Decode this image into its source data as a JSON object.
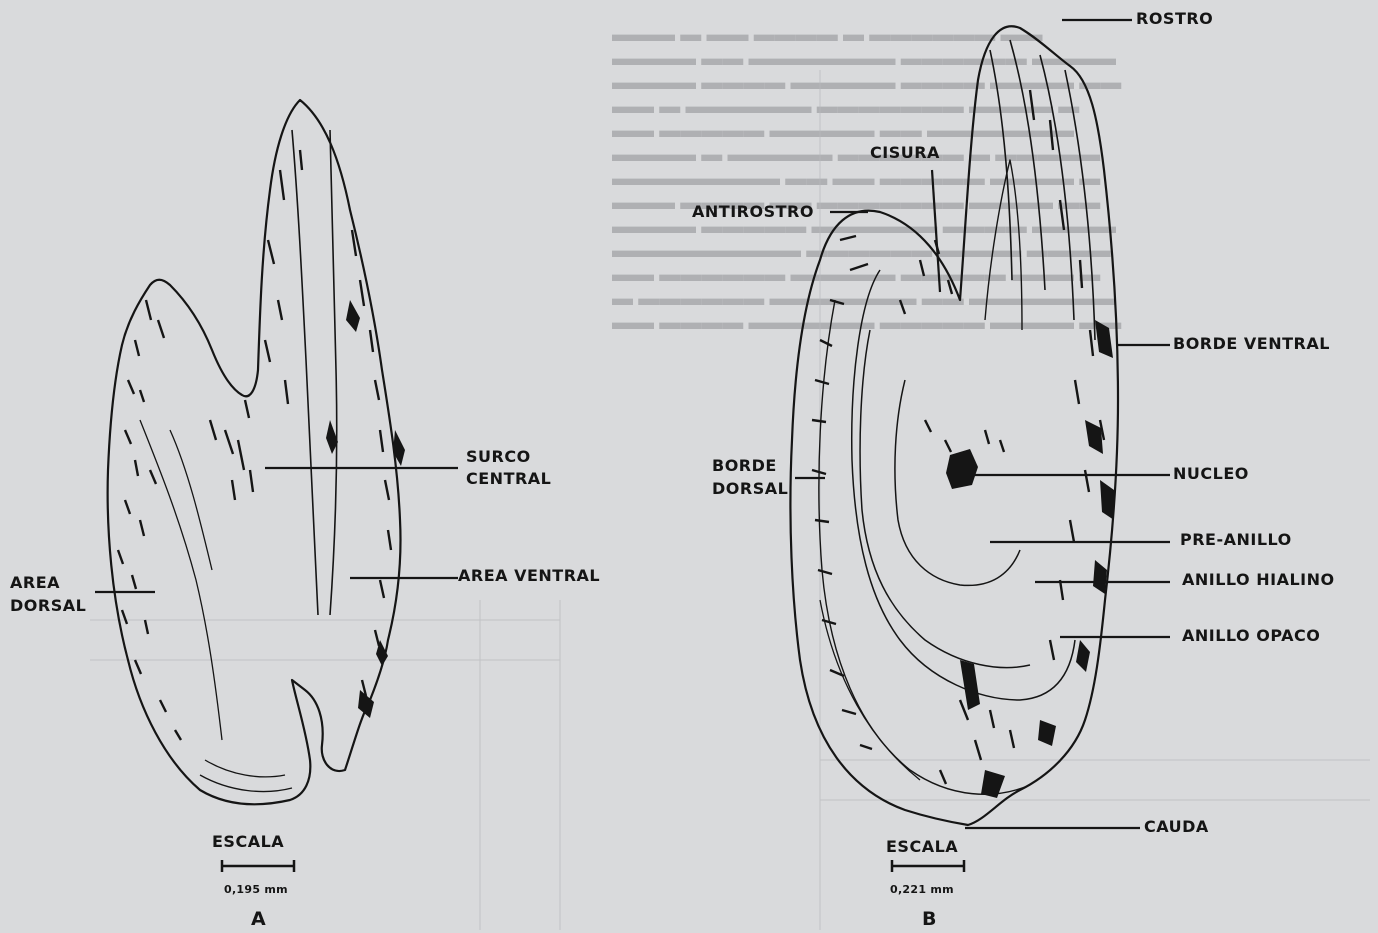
{
  "figure_a": {
    "letter": "A",
    "labels": {
      "surco_line1": "SURCO",
      "surco_line2": "CENTRAL",
      "area_ventral": "AREA VENTRAL",
      "area_dorsal_line1": "AREA",
      "area_dorsal_line2": "DORSAL"
    },
    "scale": {
      "title": "ESCALA",
      "value": "0,195 mm"
    }
  },
  "figure_b": {
    "letter": "B",
    "labels": {
      "rostro": "ROSTRO",
      "cisura": "CISURA",
      "antirostro": "ANTIROSTRO",
      "borde_ventral": "BORDE VENTRAL",
      "borde_dorsal_line1": "BORDE",
      "borde_dorsal_line2": "DORSAL",
      "nucleo": "NUCLEO",
      "pre_anillo": "PRE-ANILLO",
      "anillo_hialino": "ANILLO HIALINO",
      "anillo_opaco": "ANILLO OPACO",
      "cauda": "CAUDA"
    },
    "scale": {
      "title": "ESCALA",
      "value": "0,221 mm"
    }
  },
  "colors": {
    "ink": "#151515",
    "paper": "#d9dadc",
    "bleed": "#8d8f93"
  }
}
